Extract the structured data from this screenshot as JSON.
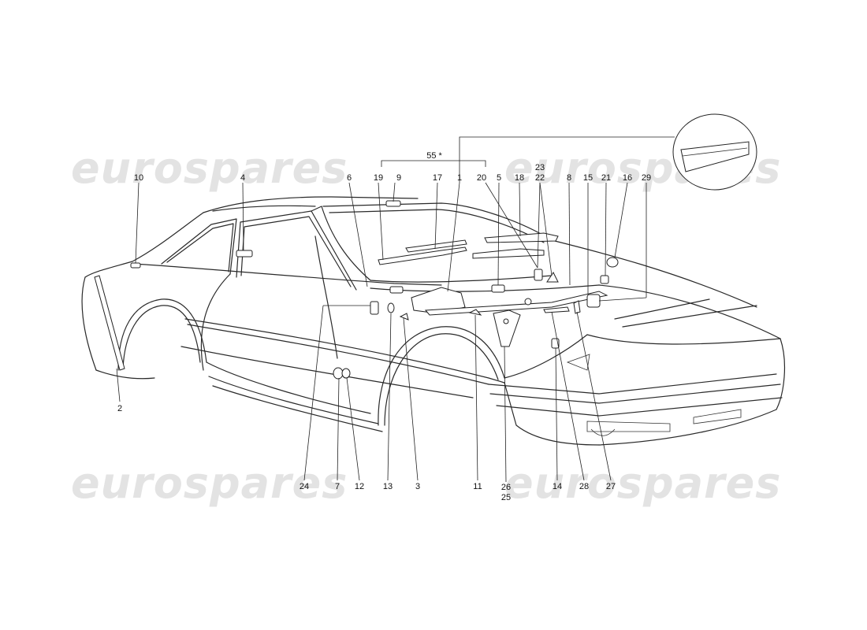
{
  "watermark": "eurospares",
  "group_label": "55 *",
  "callouts": [
    {
      "id": "1",
      "text": "1"
    },
    {
      "id": "2",
      "text": "2"
    },
    {
      "id": "3",
      "text": "3"
    },
    {
      "id": "4",
      "text": "4"
    },
    {
      "id": "5",
      "text": "5"
    },
    {
      "id": "6",
      "text": "6"
    },
    {
      "id": "7",
      "text": "7"
    },
    {
      "id": "8",
      "text": "8"
    },
    {
      "id": "9",
      "text": "9"
    },
    {
      "id": "10",
      "text": "10"
    },
    {
      "id": "11",
      "text": "11"
    },
    {
      "id": "12",
      "text": "12"
    },
    {
      "id": "13",
      "text": "13"
    },
    {
      "id": "14",
      "text": "14"
    },
    {
      "id": "15",
      "text": "15"
    },
    {
      "id": "16",
      "text": "16"
    },
    {
      "id": "17",
      "text": "17"
    },
    {
      "id": "18",
      "text": "18"
    },
    {
      "id": "19",
      "text": "19"
    },
    {
      "id": "20",
      "text": "20"
    },
    {
      "id": "21",
      "text": "21"
    },
    {
      "id": "22",
      "text": "22"
    },
    {
      "id": "23",
      "text": "23"
    },
    {
      "id": "24",
      "text": "24"
    },
    {
      "id": "25",
      "text": "25"
    },
    {
      "id": "26",
      "text": "26"
    },
    {
      "id": "27",
      "text": "27"
    },
    {
      "id": "28",
      "text": "28"
    },
    {
      "id": "29",
      "text": "29"
    }
  ]
}
